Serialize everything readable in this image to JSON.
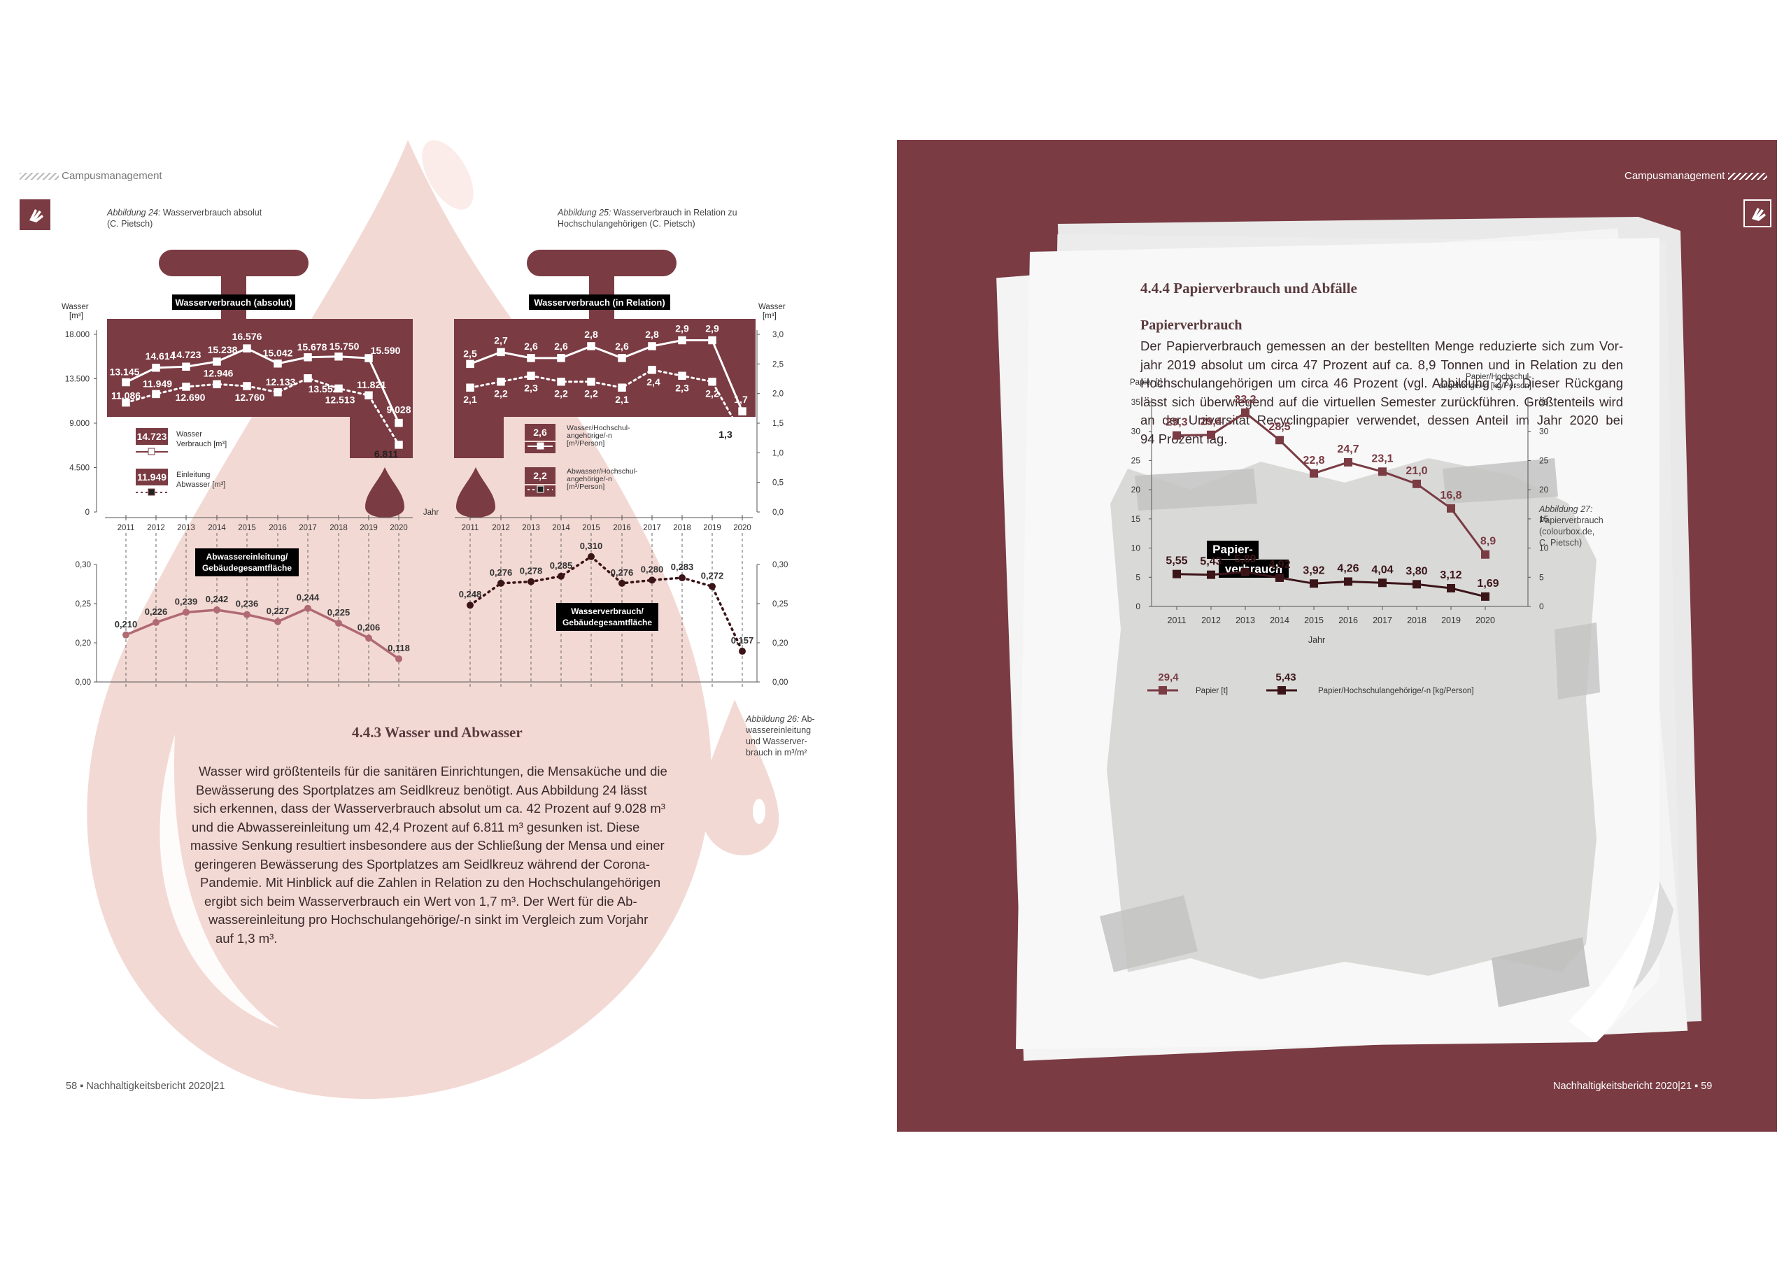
{
  "left_page": {
    "header": "Campusmanagement",
    "fig24_caption": {
      "label": "Abbildung 24:",
      "text": " Wasserverbrauch absolut",
      "credit": "(C. Pietsch)"
    },
    "fig25_caption": {
      "label": "Abbildung 25:",
      "text": " Wasserverbrauch in Relation zu",
      "line2": "Hochschulangehörigen (C. Pietsch)"
    },
    "fig26_caption": {
      "label": "Abbildung 26:",
      "text": " Ab-",
      "lines": [
        "wassereinleitung",
        "und Wasserver-",
        "brauch in m³/m²"
      ]
    },
    "section_heading": "4.4.3 Wasser und Abwasser",
    "paragraph_lines": [
      "Wasser wird größtenteils für die sanitären Einrichtungen, die Mensaküche und die",
      "Bewässerung des Sportplatzes am Seidlkreuz benötigt. Aus Abbildung 24 lässt",
      "sich erkennen, dass der Wasserverbrauch absolut um ca. 42 Prozent auf 9.028 m³",
      "und die Abwassereinleitung um 42,4 Prozent auf 6.811 m³ gesunken ist. Diese",
      "massive Senkung resultiert insbesondere aus der Schließung der Mensa und einer",
      "geringeren Bewässerung des Sportplatzes am Seidlkreuz während der Corona-",
      "Pandemie. Mit Hinblick auf die Zahlen in Relation zu den Hochschulangehörigen",
      "ergibt sich beim Wasserverbrauch ein Wert von 1,7 m³. Der Wert für die Ab-",
      "wassereinleitung pro Hochschulangehörige/-n sinkt im Vergleich zum Vorjahr",
      "auf 1,3 m³."
    ],
    "footer": "58 ▪ Nachhaltigkeitsbericht 2020|21"
  },
  "right_page": {
    "header": "Campusmanagement",
    "section_heading": "4.4.4 Papierverbrauch und Abfälle",
    "subheading": "Papierverbrauch",
    "paragraph_lines": [
      "Der Papierverbrauch gemessen an der bestellten Menge reduzierte sich zum Vor-",
      "jahr 2019 absolut um circa 47 Prozent auf ca. 8,9 Tonnen und in Relation zu den",
      "Hochschulangehörigen um circa 46 Prozent (vgl. Abbildung 27). Dieser Rückgang",
      "lässt sich überwiegend auf die virtuellen Semester zurückführen. Größtenteils wird",
      "an der Universität Recyclingpapier verwendet, dessen Anteil im Jahr 2020 bei",
      "94 Prozent lag."
    ],
    "fig27_caption": {
      "label": "Abbildung 27:",
      "lines": [
        "Papierverbrauch",
        "(colourbox.de,",
        "C. Pietsch)"
      ]
    },
    "footer": "Nachhaltigkeitsbericht 2020|21 ▪ 59"
  },
  "colors": {
    "maroon": "#7a3b43",
    "dark": "#3b1418",
    "pink": "#f3d9d4",
    "paper": "#f6f6f6",
    "torn": "#d9dad8"
  },
  "chart_data": [
    {
      "type": "line",
      "tag": "Wasserverbrauch (absolut)",
      "x": [
        2011,
        2012,
        2013,
        2014,
        2015,
        2016,
        2017,
        2018,
        2019,
        2020
      ],
      "x_labels": [
        "2011",
        "2012",
        "2013",
        "2014",
        "2015",
        "2016",
        "2017",
        "2018",
        "2019",
        "2020"
      ],
      "ylabel": "Wasser [m³]",
      "ylim": [
        0,
        18000
      ],
      "y_ticks": [
        "0",
        "4.500",
        "9.000",
        "13.500",
        "18.000"
      ],
      "xlabel": "Jahr",
      "series": [
        {
          "name": "Verbrauch [m³]",
          "values": [
            13145,
            14614,
            14723,
            15238,
            16576,
            15042,
            15678,
            15750,
            15590,
            9028
          ],
          "labels": [
            "13.145",
            "14.614",
            "14.723",
            "15.238",
            "16.576",
            "15.042",
            "15.678",
            "15.750",
            "15.590",
            "9.028"
          ]
        },
        {
          "name": "Einleitung Abwasser [m³]",
          "values": [
            11086,
            11949,
            12690,
            12946,
            12760,
            12133,
            13552,
            12513,
            11821,
            6811
          ],
          "labels": [
            "11.086",
            "11.949",
            "12.690",
            "12.946",
            "12.760",
            "12.133",
            "13.552",
            "12.513",
            "11.821",
            "6.811"
          ]
        }
      ],
      "legend": [
        {
          "value": "14.723",
          "text1": "Wasser",
          "text2": "Verbrauch [m³]"
        },
        {
          "value": "11.949",
          "text1": "Einleitung",
          "text2": "Abwasser [m³]"
        }
      ]
    },
    {
      "type": "line",
      "tag": "Wasserverbrauch (in Relation)",
      "x": [
        2011,
        2012,
        2013,
        2014,
        2015,
        2016,
        2017,
        2018,
        2019,
        2020
      ],
      "x_labels": [
        "2011",
        "2012",
        "2013",
        "2014",
        "2015",
        "2016",
        "2017",
        "2018",
        "2019",
        "2020"
      ],
      "ylabel": "Wasser [m³]",
      "ylim": [
        0,
        3
      ],
      "y_ticks": [
        "0,0",
        "0,5",
        "1,0",
        "1,5",
        "2,0",
        "2,5",
        "3,0"
      ],
      "series": [
        {
          "name": "Wasser/Hochschulangehörige/-n [m³/Person]",
          "values": [
            2.5,
            2.7,
            2.6,
            2.6,
            2.8,
            2.6,
            2.8,
            2.9,
            2.9,
            1.7
          ],
          "labels": [
            "2,5",
            "2,7",
            "2,6",
            "2,6",
            "2,8",
            "2,6",
            "2,8",
            "2,9",
            "2,9",
            "1,7"
          ]
        },
        {
          "name": "Abwasser/Hochschulangehörige/-n [m³/Person]",
          "values": [
            2.1,
            2.2,
            2.3,
            2.2,
            2.2,
            2.1,
            2.4,
            2.3,
            2.2,
            1.3
          ],
          "labels": [
            "2,1",
            "2,2",
            "2,3",
            "2,2",
            "2,2",
            "2,1",
            "2,4",
            "2,3",
            "2,2",
            "1,3"
          ]
        }
      ],
      "legend": [
        {
          "value": "2,6",
          "lines": [
            "Wasser/Hochschul-",
            "angehörige/-n",
            "[m³/Person]"
          ]
        },
        {
          "value": "2,2",
          "lines": [
            "Abwasser/Hochschul-",
            "angehörige/-n",
            "[m³/Person]"
          ]
        }
      ]
    },
    {
      "type": "line",
      "tag_lines": [
        "Abwassereinleitung/",
        "Gebäudegesamtfläche"
      ],
      "x": [
        2011,
        2012,
        2013,
        2014,
        2015,
        2016,
        2017,
        2018,
        2019,
        2020
      ],
      "ylim": [
        0,
        0.3
      ],
      "y_ticks": [
        "0,00",
        "0,20",
        "0,25",
        "0,30"
      ],
      "series": [
        {
          "name": "Abwassereinleitung/Gebäudegesamtfläche",
          "values": [
            0.21,
            0.226,
            0.239,
            0.242,
            0.236,
            0.227,
            0.244,
            0.225,
            0.206,
            0.118
          ],
          "labels": [
            "0,210",
            "0,226",
            "0,239",
            "0,242",
            "0,236",
            "0,227",
            "0,244",
            "0,225",
            "0,206",
            "0,118"
          ]
        }
      ]
    },
    {
      "type": "line",
      "tag_lines": [
        "Wasserverbrauch/",
        "Gebäudegesamtfläche"
      ],
      "x": [
        2011,
        2012,
        2013,
        2014,
        2015,
        2016,
        2017,
        2018,
        2019,
        2020
      ],
      "ylim": [
        0,
        0.3
      ],
      "y_ticks": [
        "0,00",
        "0,20",
        "0,25",
        "0,30"
      ],
      "series": [
        {
          "name": "Wasserverbrauch/Gebäudegesamtfläche",
          "values": [
            0.248,
            0.276,
            0.278,
            0.285,
            0.31,
            0.276,
            0.28,
            0.283,
            0.272,
            0.157
          ],
          "labels": [
            "0,248",
            "0,276",
            "0,278",
            "0,285",
            "0,310",
            "0,276",
            "0,280",
            "0,283",
            "0,272",
            "0,157"
          ]
        }
      ]
    },
    {
      "type": "line",
      "tag_lines": [
        "Papier-",
        "verbrauch"
      ],
      "x": [
        2011,
        2012,
        2013,
        2014,
        2015,
        2016,
        2017,
        2018,
        2019,
        2020
      ],
      "x_labels": [
        "2011",
        "2012",
        "2013",
        "2014",
        "2015",
        "2016",
        "2017",
        "2018",
        "2019",
        "2020"
      ],
      "xlabel": "Jahr",
      "ylabel": "Papier [t]",
      "ylabel_right": [
        "Papier/Hochschul-",
        "angehörige/-n [kg/Person]"
      ],
      "ylim": [
        0,
        35
      ],
      "y_ticks": [
        "0",
        "5",
        "10",
        "15",
        "20",
        "25",
        "30",
        "35"
      ],
      "series": [
        {
          "name": "Papier [t]",
          "values": [
            29.3,
            29.4,
            33.2,
            28.5,
            22.8,
            24.7,
            23.1,
            21.0,
            16.8,
            8.9
          ],
          "labels": [
            "29,3",
            "29,4",
            "33,2",
            "28,5",
            "22,8",
            "24,7",
            "23,1",
            "21,0",
            "16,8",
            "8,9"
          ]
        },
        {
          "name": "Papier/Hochschulangehörige/-n [kg/Person]",
          "values": [
            5.55,
            5.43,
            5.89,
            4.92,
            3.92,
            4.26,
            4.04,
            3.8,
            3.12,
            1.69
          ],
          "labels": [
            "5,55",
            "5,43",
            "5,89",
            "4,92",
            "3,92",
            "4,26",
            "4,04",
            "3,80",
            "3,12",
            "1,69"
          ]
        }
      ],
      "legend": [
        {
          "value": "29,4",
          "text": "Papier [t]"
        },
        {
          "value": "5,43",
          "text": "Papier/Hochschulangehörige/-n [kg/Person]"
        }
      ]
    }
  ]
}
